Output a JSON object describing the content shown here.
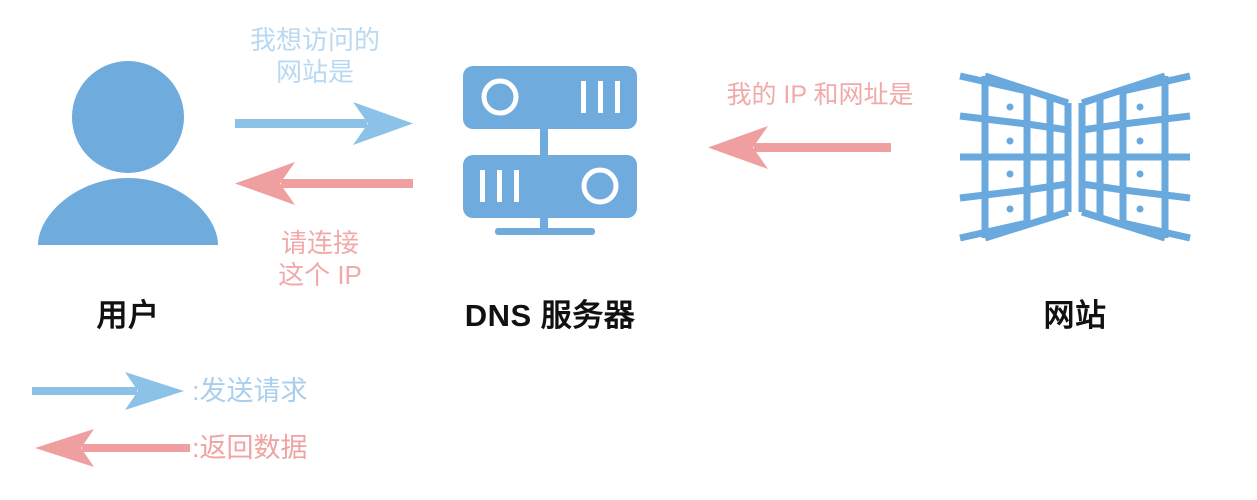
{
  "diagram": {
    "title_alt": "DNS resolution flow diagram",
    "colors": {
      "request_blue": "#8cc1e8",
      "request_blue_light": "#b9d9f2",
      "response_red": "#ef9f9f",
      "response_red_light": "#f2a9a9",
      "icon_blue": "#6fabdd",
      "rack_blue": "#6aa9dd",
      "label_black": "#111111",
      "background": "#ffffff"
    },
    "nodes": [
      {
        "id": "user",
        "label": "用户",
        "icon": "user-avatar-icon"
      },
      {
        "id": "dns",
        "label": "DNS 服务器",
        "icon": "server-stack-icon"
      },
      {
        "id": "website",
        "label": "网站",
        "icon": "server-rack-icon"
      }
    ],
    "flows": [
      {
        "id": "user-to-dns",
        "direction": "right",
        "kind": "request",
        "lines": [
          "我想访问的",
          "网站是"
        ]
      },
      {
        "id": "dns-to-user",
        "direction": "left",
        "kind": "response",
        "lines": [
          "请连接",
          "这个 IP"
        ]
      },
      {
        "id": "website-to-dns",
        "direction": "left",
        "kind": "response",
        "lines": [
          "我的 IP 和网址是"
        ]
      }
    ],
    "legend": [
      {
        "id": "send-request",
        "kind": "request",
        "direction": "right",
        "label": ":发送请求"
      },
      {
        "id": "return-data",
        "kind": "response",
        "direction": "left",
        "label": ":返回数据"
      }
    ]
  }
}
